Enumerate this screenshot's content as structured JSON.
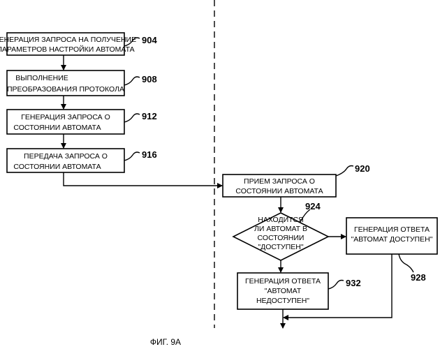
{
  "figure_caption": "ФИГ. 9А",
  "steps": {
    "s904": {
      "line1": "ГЕНЕРАЦИЯ ЗАПРОСА НА ПОЛУЧЕНИЕ",
      "line2": "ПАРАМЕТРОВ НАСТРОЙКИ АВТОМАТА",
      "ref": "904"
    },
    "s908": {
      "line1": "ВЫПОЛНЕНИЕ",
      "line2": "ПРЕОБРАЗОВАНИЯ ПРОТОКОЛА",
      "ref": "908"
    },
    "s912": {
      "line1": "ГЕНЕРАЦИЯ ЗАПРОСА О",
      "line2": "СОСТОЯНИИ АВТОМАТА",
      "ref": "912"
    },
    "s916": {
      "line1": "ПЕРЕДАЧА ЗАПРОСА О",
      "line2": "СОСТОЯНИИ АВТОМАТА",
      "ref": "916"
    },
    "s920": {
      "line1": "ПРИЕМ ЗАПРОСА О",
      "line2": "СОСТОЯНИИ АВТОМАТА",
      "ref": "920"
    },
    "s924": {
      "line1": "НАХОДИТСЯ",
      "line2": "ЛИ АВТОМАТ В",
      "line3": "СОСТОЯНИИ",
      "line4": "\"ДОСТУПЕН\"",
      "ref": "924"
    },
    "s928": {
      "line1": "ГЕНЕРАЦИЯ ОТВЕТА",
      "line2": "\"АВТОМАТ ДОСТУПЕН\"",
      "ref": "928"
    },
    "s932": {
      "line1": "ГЕНЕРАЦИЯ ОТВЕТА",
      "line2": "\"АВТОМАТ",
      "line3": "НЕДОСТУПЕН\"",
      "ref": "932"
    }
  }
}
